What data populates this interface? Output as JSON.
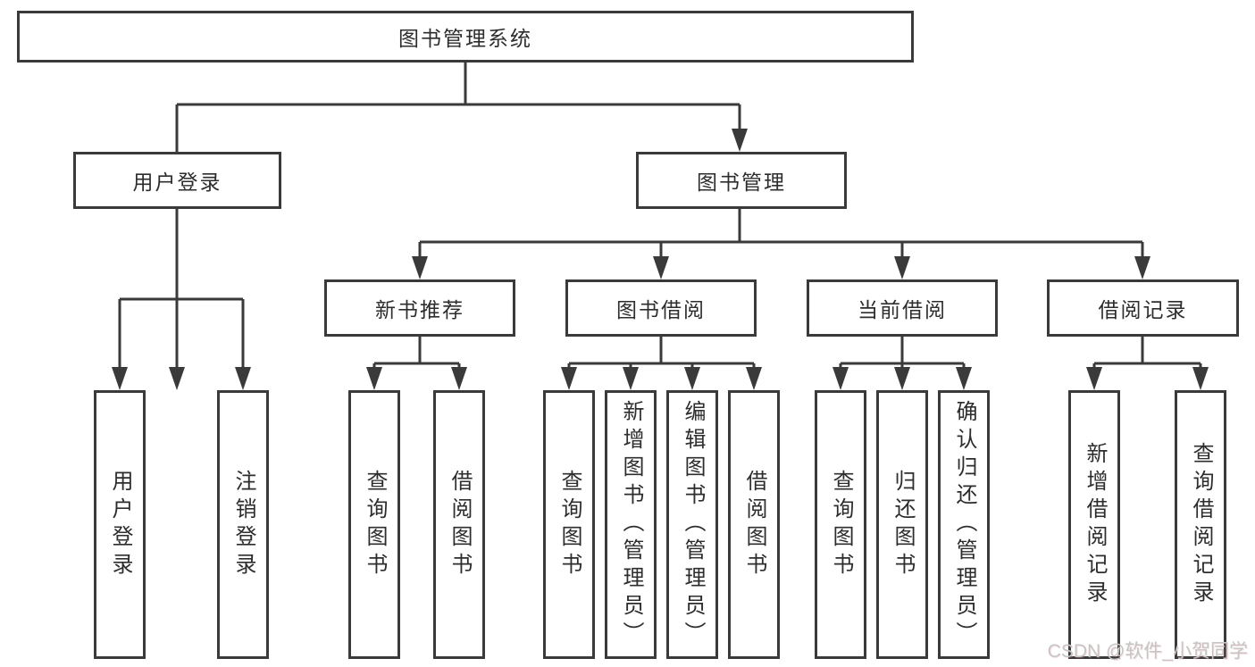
{
  "tree": {
    "root": {
      "label": "图书管理系统",
      "children": [
        {
          "label": "用户登录",
          "children": [
            {
              "label": "用户登录"
            },
            {
              "label": "注销登录"
            }
          ]
        },
        {
          "label": "图书管理",
          "children": [
            {
              "label": "新书推荐",
              "children": [
                {
                  "label": "查询图书"
                },
                {
                  "label": "借阅图书"
                }
              ]
            },
            {
              "label": "图书借阅",
              "children": [
                {
                  "label": "查询图书"
                },
                {
                  "label": "新增图书（管理员）"
                },
                {
                  "label": "编辑图书（管理员）"
                },
                {
                  "label": "借阅图书"
                }
              ]
            },
            {
              "label": "当前借阅",
              "children": [
                {
                  "label": "查询图书"
                },
                {
                  "label": "归还图书"
                },
                {
                  "label": "确认归还（管理员）"
                }
              ]
            },
            {
              "label": "借阅记录",
              "children": [
                {
                  "label": "新增借阅记录"
                },
                {
                  "label": "查询借阅记录"
                }
              ]
            }
          ]
        }
      ]
    }
  },
  "watermark": "CSDN @软件_小贺同学",
  "colors": {
    "border": "#3a3a3a",
    "text": "#2d2d2d",
    "background": "#ffffff",
    "watermark": "#c5c5c5"
  }
}
